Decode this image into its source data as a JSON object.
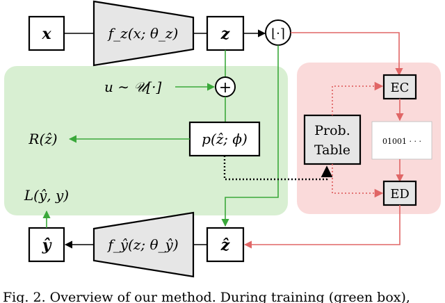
{
  "colors": {
    "green_region": "#d8efd2",
    "red_region": "#fadada",
    "green_line": "#3aa83a",
    "red_line": "#e06666",
    "gray_box": "#e6e6e6"
  },
  "nodes": {
    "x": "x",
    "encoder": "f_z(x; θ_z)",
    "z": "z",
    "quant": "⌊·⌉",
    "noise": "u ∼ 𝒰[·]",
    "plus": "+",
    "prior": "p(ẑ; ϕ)",
    "rate": "R(ẑ)",
    "prob_table_line1": "Prob.",
    "prob_table_line2": "Table",
    "ec": "EC",
    "bitstream": "01001 · · ·",
    "ed": "ED",
    "loss": "L(ŷ, y)",
    "y_hat": "ŷ",
    "decoder": "f_ŷ(z; θ_ŷ)",
    "z_hat": "ẑ"
  },
  "caption": "Fig. 2. Overview of our method. During training (green box),"
}
